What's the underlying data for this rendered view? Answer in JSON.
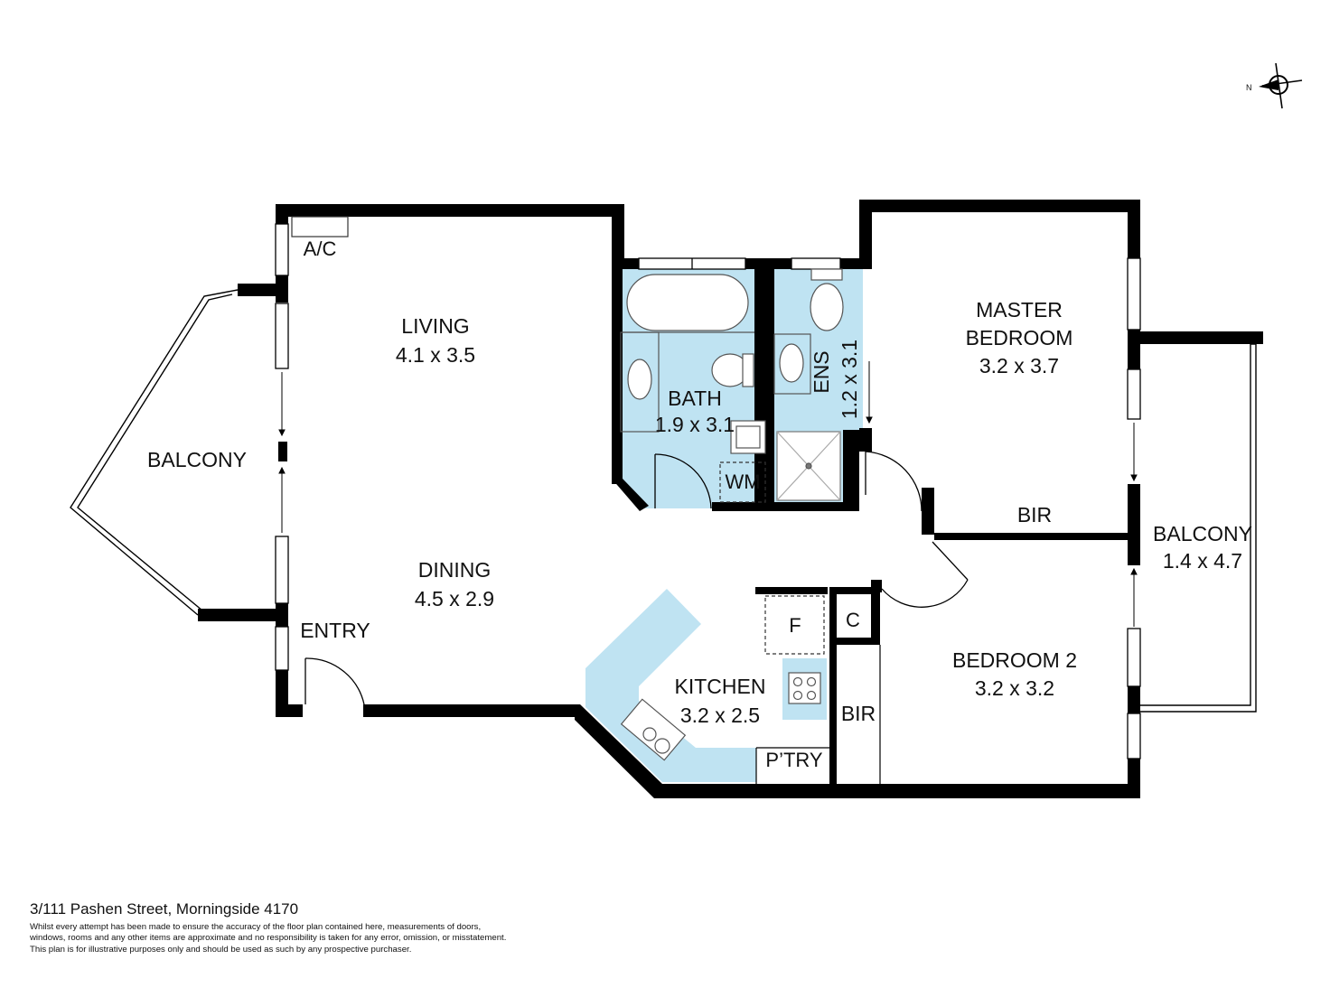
{
  "compass": {
    "north_label": "N",
    "icon": "compass-icon"
  },
  "rooms": {
    "living": {
      "name": "LIVING",
      "dims": "4.1 x 3.5"
    },
    "dining": {
      "name": "DINING",
      "dims": "4.5 x 2.9"
    },
    "balcony_west": {
      "name": "BALCONY"
    },
    "entry": {
      "name": "ENTRY"
    },
    "ac": {
      "name": "A/C"
    },
    "bath": {
      "name": "BATH",
      "dims": "1.9 x 3.1"
    },
    "wm": {
      "name": "WM"
    },
    "ens": {
      "name": "ENS",
      "dims": "1.2 x 3.1"
    },
    "master": {
      "name_line1": "MASTER",
      "name_line2": "BEDROOM",
      "dims": "3.2 x 3.7"
    },
    "bir_master": {
      "name": "BIR"
    },
    "balcony_east": {
      "name": "BALCONY",
      "dims": "1.4 x 4.7"
    },
    "bedroom2": {
      "name": "BEDROOM 2",
      "dims": "3.2 x 3.2"
    },
    "bir_bed2": {
      "name": "BIR"
    },
    "kitchen": {
      "name": "KITCHEN",
      "dims": "3.2 x 2.5"
    },
    "fridge": {
      "name": "F"
    },
    "cupboard": {
      "name": "C"
    },
    "pantry": {
      "name": "P’TRY"
    }
  },
  "colors": {
    "wall": "#000000",
    "wet_area": "#bfe3f2",
    "fixture_stroke": "#555555"
  },
  "footer": {
    "address": "3/111 Pashen Street, Morningside 4170",
    "disclaimer_lines": [
      "Whilst every attempt has been made to ensure the accuracy of the floor plan contained here, measurements of doors,",
      "windows, rooms and any other items are approximate and no responsibility is taken for any error, omission, or misstatement.",
      "This plan is for illustrative purposes only and should be used as such by any prospective purchaser."
    ]
  }
}
